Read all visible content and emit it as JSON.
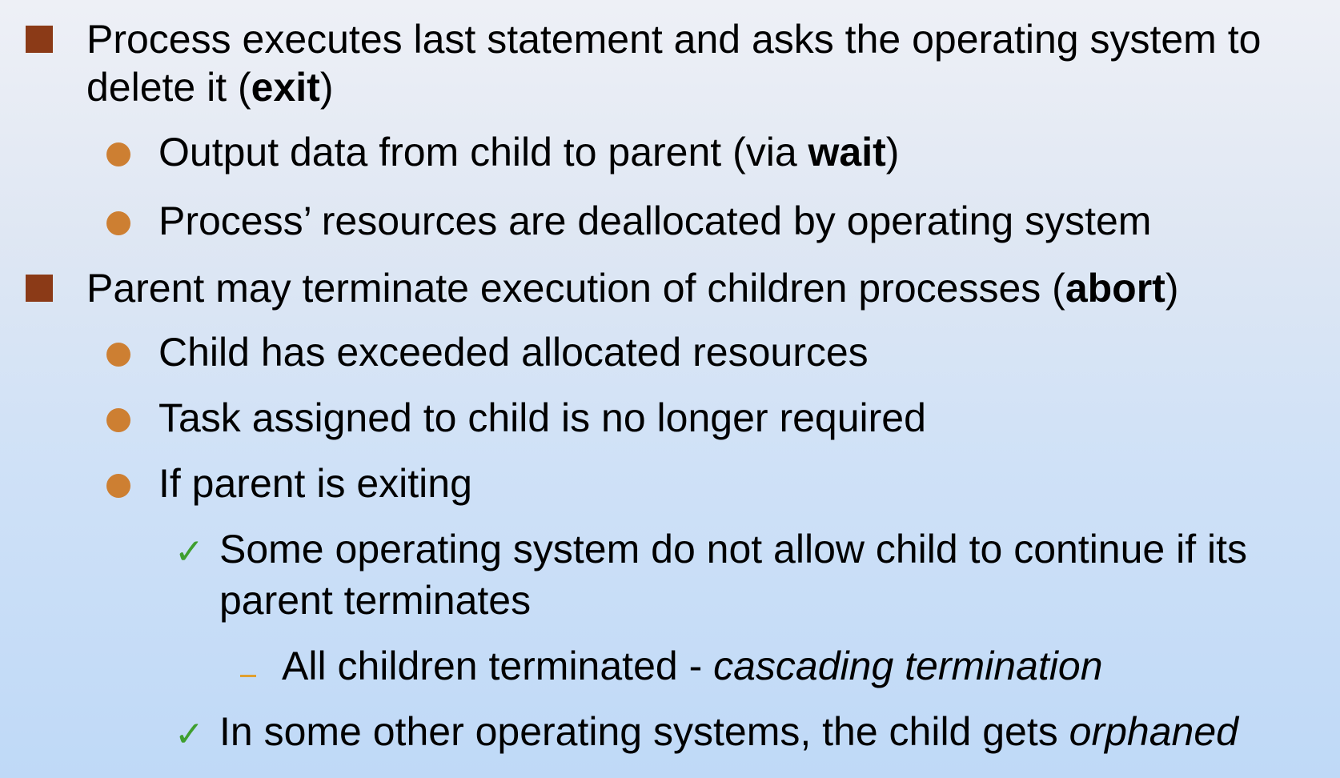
{
  "items": {
    "exit": {
      "line1": "Process executes last statement and asks the operating system to",
      "line2_prefix": "delete it (",
      "line2_bold": "exit",
      "line2_suffix": ")",
      "sub1_prefix": "Output data from child to parent (via ",
      "sub1_bold": "wait",
      "sub1_suffix": ")",
      "sub2": "Process’ resources are deallocated by operating system"
    },
    "abort": {
      "prefix": "Parent may terminate execution of children processes (",
      "bold": "abort",
      "suffix": ")",
      "sub1": "Child has exceeded allocated resources",
      "sub2": "Task assigned to child is no longer required",
      "sub3": "If parent is exiting",
      "check1_line1": "Some operating system do not allow child to continue if its",
      "check1_line2": "parent terminates",
      "dash1_prefix": "All children terminated - ",
      "dash1_italic": "cascading termination",
      "check2_prefix": "In some other operating systems, the child gets ",
      "check2_italic": "orphaned"
    }
  },
  "icons": {
    "level1": "square-bullet-icon",
    "level2": "circle-bullet-icon",
    "level3": "checkmark-icon",
    "level4": "dash-bullet-icon"
  },
  "colors": {
    "square_bullet": "#8b3a17",
    "circle_bullet": "#cd7f32",
    "checkmark": "#3f9f2f",
    "dash": "#e0a030"
  }
}
